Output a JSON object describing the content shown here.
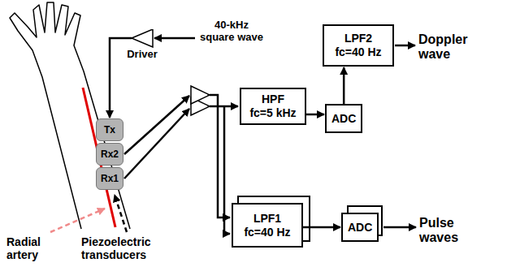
{
  "diagram": {
    "nodes": [
      {
        "text": [
          "Driver"
        ]
      },
      {
        "text": [
          "Tx"
        ]
      },
      {
        "text": [
          "Rx2"
        ]
      },
      {
        "text": [
          "Rx1"
        ]
      },
      {
        "text": [
          "LPF2",
          "fc=40 Hz"
        ]
      },
      {
        "text": [
          "HPF",
          "fc=5 kHz"
        ]
      },
      {
        "text": [
          "ADC"
        ]
      },
      {
        "text": [
          "LPF1",
          "fc=40 Hz"
        ]
      },
      {
        "text": [
          "ADC"
        ]
      }
    ],
    "edges": [
      {
        "from": 0,
        "to": 1,
        "arrow": "to"
      },
      {
        "from": 5,
        "to": 6,
        "arrow": "to"
      },
      {
        "from": 6,
        "to": 4,
        "arrow": "to"
      },
      {
        "from": 7,
        "to": 8,
        "arrow": "to"
      }
    ],
    "labels": [
      "40-kHz square wave",
      "Doppler wave",
      "Pulse waves",
      "Radial artery",
      "Piezoelectric transducers"
    ]
  }
}
